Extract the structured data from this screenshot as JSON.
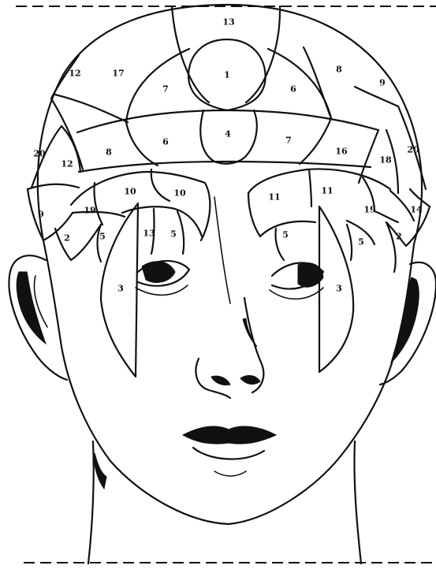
{
  "colors": {
    "ink": "#111111",
    "background": "#ffffff"
  },
  "zones": [
    {
      "id": "13a",
      "label": "13"
    },
    {
      "id": "1",
      "label": "1"
    },
    {
      "id": "17",
      "label": "17"
    },
    {
      "id": "12a",
      "label": "12"
    },
    {
      "id": "7a",
      "label": "7"
    },
    {
      "id": "6a",
      "label": "6"
    },
    {
      "id": "8a",
      "label": "8"
    },
    {
      "id": "9a",
      "label": "9"
    },
    {
      "id": "4",
      "label": "4"
    },
    {
      "id": "6b",
      "label": "6"
    },
    {
      "id": "7b",
      "label": "7"
    },
    {
      "id": "8b",
      "label": "8"
    },
    {
      "id": "16",
      "label": "16"
    },
    {
      "id": "20a",
      "label": "20"
    },
    {
      "id": "12b",
      "label": "12"
    },
    {
      "id": "18",
      "label": "18"
    },
    {
      "id": "20b",
      "label": "20"
    },
    {
      "id": "10a",
      "label": "10"
    },
    {
      "id": "10b",
      "label": "10"
    },
    {
      "id": "11a",
      "label": "11"
    },
    {
      "id": "11b",
      "label": "11"
    },
    {
      "id": "19a",
      "label": "19"
    },
    {
      "id": "19b",
      "label": "19"
    },
    {
      "id": "14",
      "label": "14"
    },
    {
      "id": "9b",
      "label": "9"
    },
    {
      "id": "2a",
      "label": "2"
    },
    {
      "id": "5a",
      "label": "5"
    },
    {
      "id": "13b",
      "label": "13"
    },
    {
      "id": "5b",
      "label": "5"
    },
    {
      "id": "5c",
      "label": "5"
    },
    {
      "id": "5d",
      "label": "5"
    },
    {
      "id": "2b",
      "label": "2"
    },
    {
      "id": "3a",
      "label": "3"
    },
    {
      "id": "3b",
      "label": "3"
    }
  ]
}
